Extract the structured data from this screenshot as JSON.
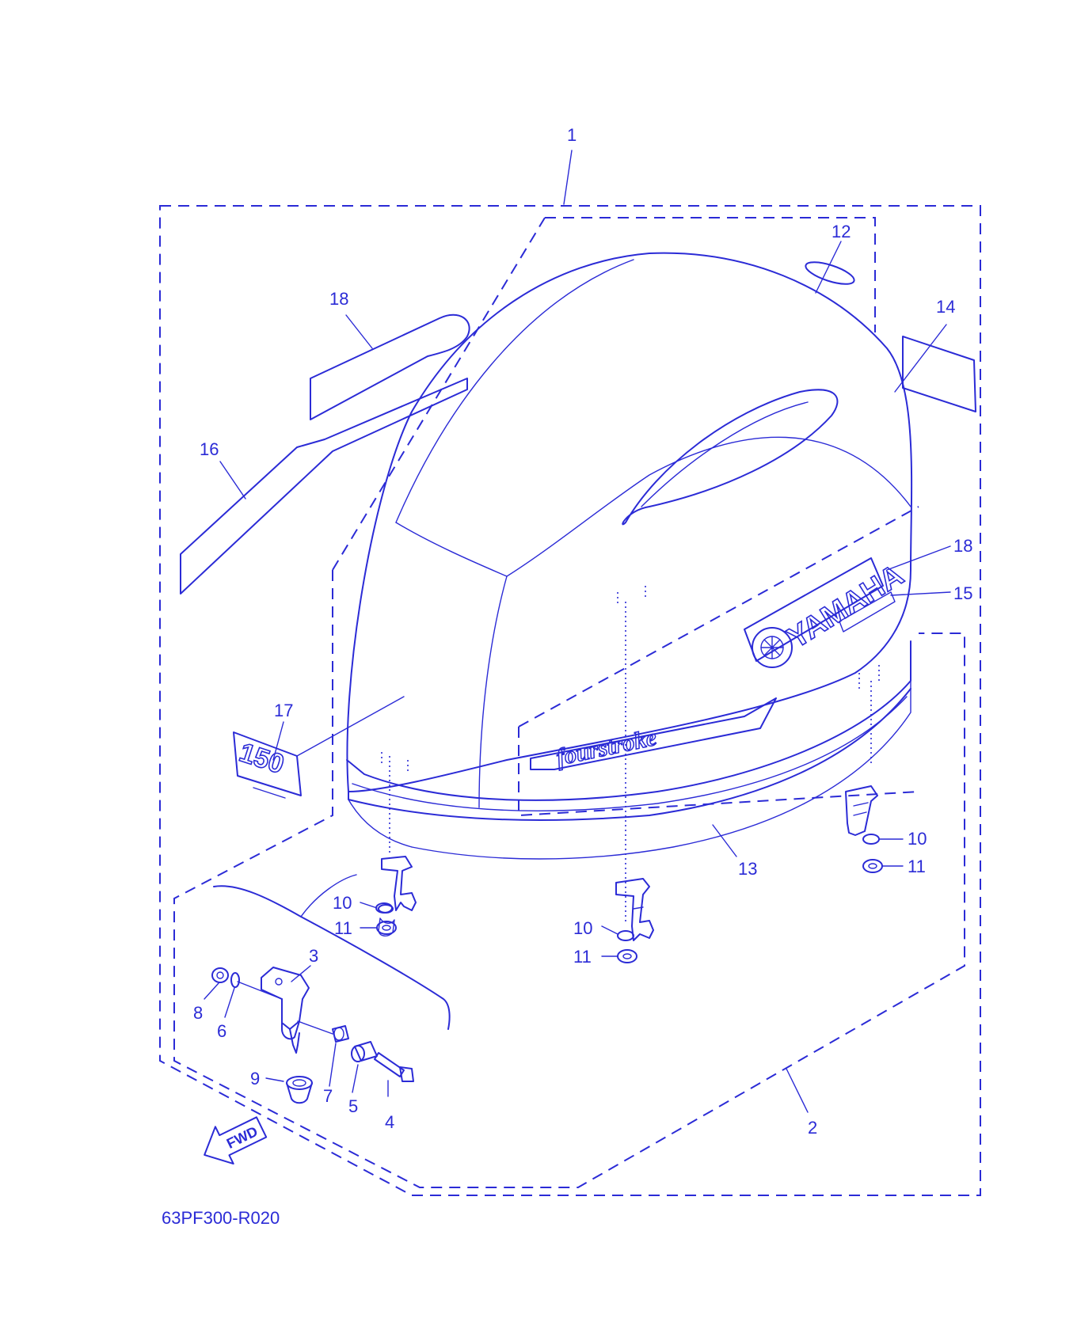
{
  "diagram": {
    "part_code": "63PF300-R020",
    "fwd_label": "FWD",
    "decals": {
      "brand_text": "YAMAHA",
      "series_text": "fourstroke",
      "model_number": "150"
    },
    "callouts": {
      "c1": "1",
      "c2": "2",
      "c3": "3",
      "c4": "4",
      "c5": "5",
      "c6": "6",
      "c7": "7",
      "c8": "8",
      "c9": "9",
      "c10a": "10",
      "c10b": "10",
      "c10c": "10",
      "c11a": "11",
      "c11b": "11",
      "c11c": "11",
      "c12": "12",
      "c13": "13",
      "c14": "14",
      "c15": "15",
      "c16": "16",
      "c17": "17",
      "c18a": "18",
      "c18b": "18"
    }
  }
}
